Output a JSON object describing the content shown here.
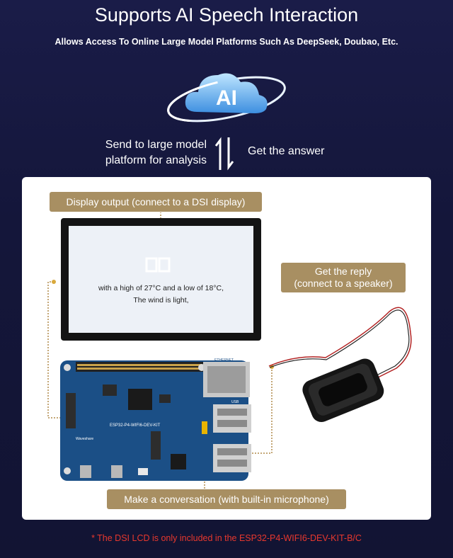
{
  "header": {
    "title": "Supports AI Speech Interaction",
    "subtitle": "Allows Access To Online Large Model Platforms Such As DeepSeek, Doubao, Etc."
  },
  "cloud": {
    "label": "AI"
  },
  "flow": {
    "send_line1": "Send to large model",
    "send_line2": "platform for analysis",
    "answer": "Get the answer"
  },
  "callouts": {
    "display": "Display output (connect to a DSI display)",
    "reply_line1": "Get the reply",
    "reply_line2": "(connect to a speaker)",
    "conversation": "Make a conversation (with built-in microphone)"
  },
  "screen": {
    "line1": "with a high of 27°C and a low of 18°C,",
    "line2": "The wind is light,"
  },
  "board": {
    "model_label": "ESP32-P4-WIFI6-DEV-KIT",
    "brand": "Waveshare",
    "ethernet_label": "ETHERNET",
    "usb_label": "USB"
  },
  "footnote": "* The DSI LCD is only included in the ESP32-P4-WIFI6-DEV-KIT-B/C",
  "colors": {
    "background": "#15163a",
    "callout": "#a88f62",
    "footnote": "#e8382e",
    "board": "#1b4f86"
  }
}
